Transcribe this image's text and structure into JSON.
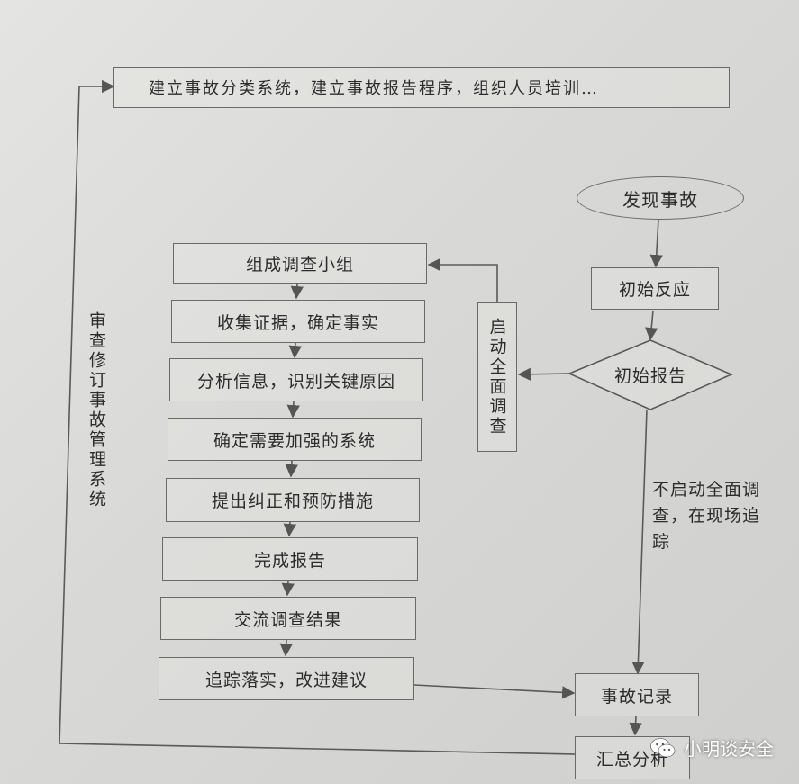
{
  "top_box": "建立事故分类系统，建立事故报告程序，组织人员培训…",
  "left_label": "审查修订事故管理系统",
  "start": "发现事故",
  "initial_response": "初始反应",
  "initial_report": "初始报告",
  "full_investigation": "启动全面调查",
  "no_full_investigation": "不启动全面调查，在现场追踪",
  "steps": [
    "组成调查小组",
    "收集证据，确定事实",
    "分析信息，识别关键原因",
    "确定需要加强的系统",
    "提出纠正和预防措施",
    "完成报告",
    "交流调查结果",
    "追踪落实，改进建议"
  ],
  "accident_record": "事故记录",
  "summary": "汇总分析",
  "watermark": "小明谈安全"
}
